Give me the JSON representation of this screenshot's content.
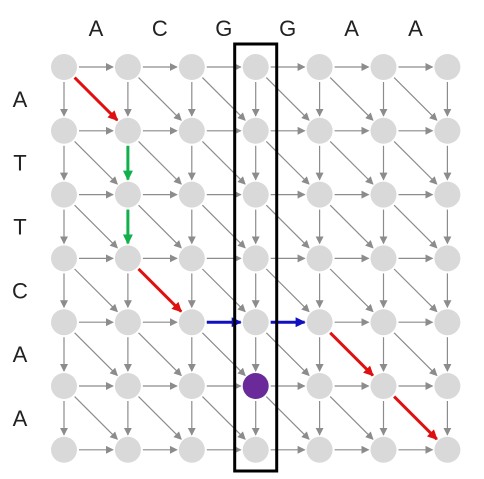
{
  "top_sequence": [
    "A",
    "C",
    "G",
    "G",
    "A",
    "A"
  ],
  "left_sequence": [
    "A",
    "T",
    "T",
    "C",
    "A",
    "A"
  ],
  "colors": {
    "node": "#d9d9d9",
    "edge": "#8c8c8c",
    "highlight_node": "#6a2a9a",
    "match_path": "#e01010",
    "insertion_path": "#10b04a",
    "deletion_path": "#1010c0",
    "column_box": "#000000"
  },
  "highlight": {
    "column_index": 3,
    "node": [
      5,
      3
    ],
    "path": [
      {
        "from": [
          0,
          0
        ],
        "to": [
          1,
          1
        ],
        "kind": "match"
      },
      {
        "from": [
          1,
          1
        ],
        "to": [
          2,
          1
        ],
        "kind": "insertion"
      },
      {
        "from": [
          2,
          1
        ],
        "to": [
          3,
          1
        ],
        "kind": "insertion"
      },
      {
        "from": [
          3,
          1
        ],
        "to": [
          4,
          2
        ],
        "kind": "match"
      },
      {
        "from": [
          4,
          2
        ],
        "to": [
          4,
          3
        ],
        "kind": "deletion"
      },
      {
        "from": [
          4,
          3
        ],
        "to": [
          4,
          4
        ],
        "kind": "deletion"
      },
      {
        "from": [
          4,
          4
        ],
        "to": [
          5,
          5
        ],
        "kind": "match"
      },
      {
        "from": [
          5,
          5
        ],
        "to": [
          6,
          6
        ],
        "kind": "match"
      }
    ]
  }
}
